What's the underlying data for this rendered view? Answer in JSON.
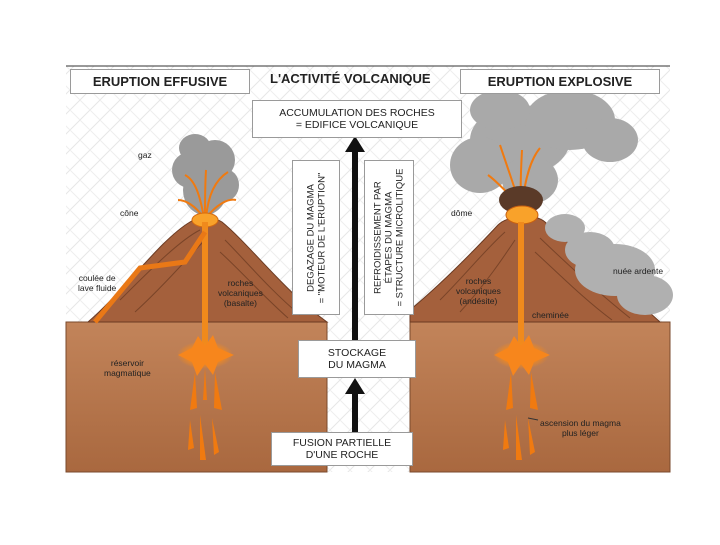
{
  "titles": {
    "left": "ERUPTION EFFUSIVE",
    "center": "L'ACTIVITÉ VOLCANIQUE",
    "right": "ERUPTION EXPLOSIVE"
  },
  "center_boxes": {
    "top": [
      "ACCUMULATION DES ROCHES",
      "= EDIFICE VOLCANIQUE"
    ],
    "stock": [
      "STOCKAGE",
      "DU MAGMA"
    ],
    "fusion": [
      "FUSION PARTIELLE",
      "D'UNE ROCHE"
    ]
  },
  "vertical_boxes": {
    "left": [
      "DEGAZAGE DU MAGMA",
      "= \"MOTEUR DE L'ERUPTION\""
    ],
    "right": [
      "REFROIDISSEMENT PAR",
      "ÉTAPES DU MAGMA",
      "= STRUCTURE MICROLITIQUE"
    ]
  },
  "left_labels": {
    "gaz": "gaz",
    "cone": "cône",
    "coulee": [
      "coulée de",
      "lave fluide"
    ],
    "roches": [
      "roches",
      "volcaniques",
      "(basalte)"
    ],
    "reservoir": [
      "réservoir",
      "magmatique"
    ]
  },
  "right_labels": {
    "dome": "dôme",
    "nuee": "nuée ardente",
    "roches": [
      "roches",
      "volcaniques",
      "(andésite)"
    ],
    "cheminee": "cheminée",
    "ascension": [
      "ascension du magma",
      "plus léger"
    ]
  },
  "colors": {
    "ground": "#b8774a",
    "ground_dark": "#8a5030",
    "volcano": "#a4603c",
    "lava": "#f08a1c",
    "lava_bright": "#ffb43a",
    "smoke": "#8e8e8e",
    "arrow": "#111111"
  }
}
